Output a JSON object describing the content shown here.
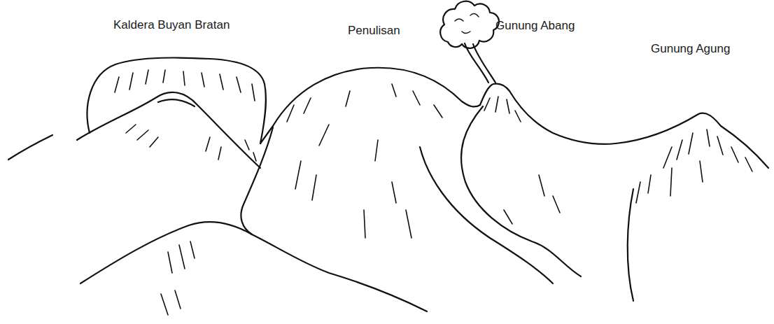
{
  "diagram": {
    "labels": [
      "Kaldera Buyan Bratan",
      "Penulisan",
      "Gunung Abang",
      "Gunung Agung"
    ]
  }
}
